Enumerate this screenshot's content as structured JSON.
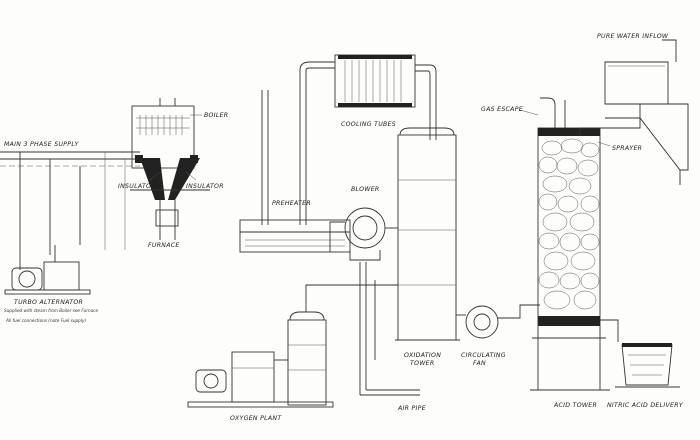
{
  "labels": {
    "main_supply": "MAIN 3 PHASE SUPPLY",
    "boiler": "BOILER",
    "insulator_left": "INSULATOR",
    "insulator_right": "INSULATOR",
    "furnace": "FURNACE",
    "preheater": "PREHEATER",
    "cooling_tubes": "COOLING TUBES",
    "blower": "BLOWER",
    "gas_escape": "GAS ESCAPE",
    "pure_water_inflow": "PURE WATER INFLOW",
    "sprayer": "SPRAYER",
    "turbo_alternator": "TURBO ALTERNATOR",
    "turbo_sub1": "Supplied with steam from Boiler see Furnace",
    "turbo_sub2": "All fuel connections (note Fuel supply)",
    "oxidation_tower": "OXIDATION\nTOWER",
    "circulating_fan": "CIRCULATING\nFAN",
    "air_pipe": "AIR PIPE",
    "oxygen_plant": "OXYGEN PLANT",
    "acid_tower": "ACID TOWER",
    "nitric_acid_delivery": "NITRIC ACID DELIVERY"
  },
  "colors": {
    "ink": "#222222",
    "paper": "#fdfdfc"
  }
}
